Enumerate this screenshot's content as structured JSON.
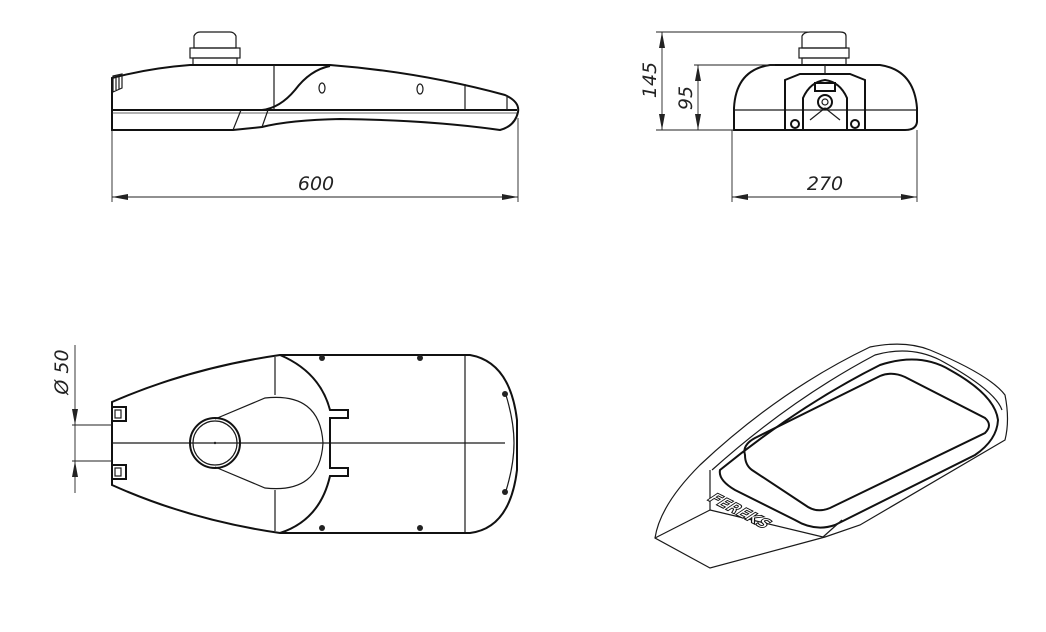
{
  "drawing": {
    "side_view": {
      "length_label": "600"
    },
    "front_view": {
      "width_label": "270",
      "total_height_label": "145",
      "body_height_label": "95"
    },
    "plan_view": {
      "mount_diameter_label": "Ø 50"
    },
    "iso_view": {
      "brand_label": "FEREKS"
    }
  }
}
